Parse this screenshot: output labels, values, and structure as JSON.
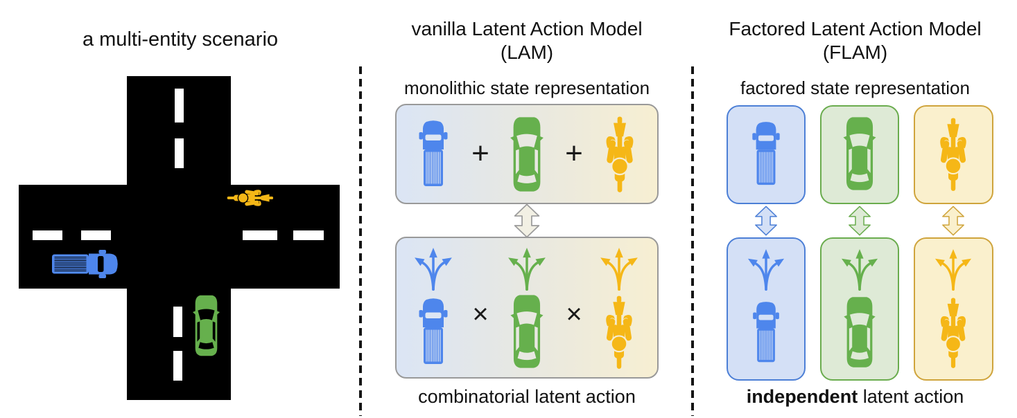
{
  "figure": {
    "left": {
      "title": "a multi-entity scenario"
    },
    "middle": {
      "title_line1": "vanilla Latent Action Model",
      "title_line2": "(LAM)",
      "state_label": "monolithic state representation",
      "plus_sign": "+",
      "times_sign": "×",
      "action_label": "combinatorial latent action"
    },
    "right": {
      "title_line1": "Factored Latent Action Model",
      "title_line2": "(FLAM)",
      "state_label": "factored state representation",
      "action_label_bold": "independent",
      "action_label_rest": " latent action"
    },
    "entities": [
      {
        "name": "truck",
        "color": "#4e86ec",
        "scene_heading": "right"
      },
      {
        "name": "car",
        "color": "#66b04d",
        "scene_heading": "up"
      },
      {
        "name": "cyclist",
        "color": "#f5b717",
        "scene_heading": "right"
      }
    ],
    "colors": {
      "road": "#000000",
      "lane_marking": "#ffffff",
      "monolithic_box_gradient": [
        "#dbe5f5",
        "#e8e8e1",
        "#f7efd2"
      ],
      "monolithic_box_border": "#999999",
      "monolithic_arrow": "#9b9b9b",
      "factored_blue_fill": "#d4e0f6",
      "factored_blue_border": "#4c7fd6",
      "factored_green_fill": "#deead6",
      "factored_green_border": "#6aac4e",
      "factored_yellow_fill": "#faf0cd",
      "factored_yellow_border": "#cfa43c",
      "divider": "#141414"
    }
  }
}
